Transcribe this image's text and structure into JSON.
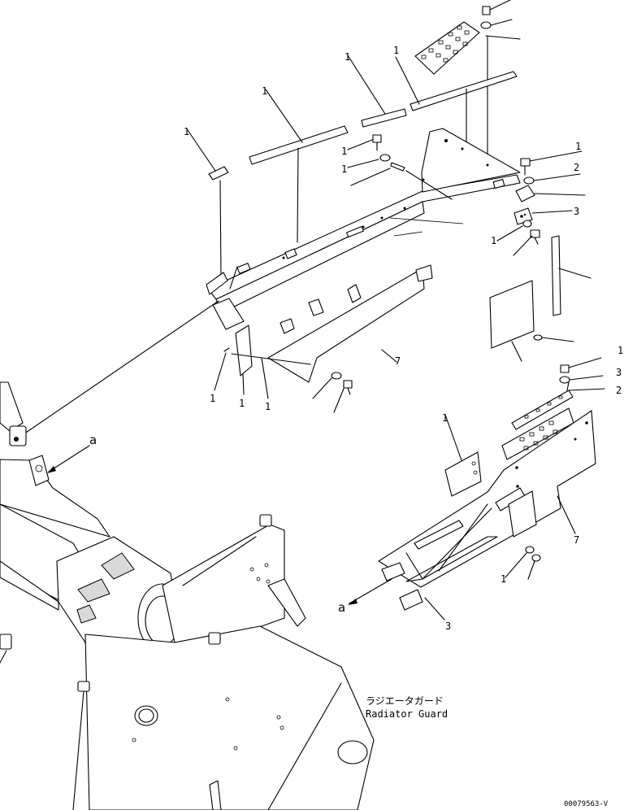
{
  "title_jp": "ラジエータガード",
  "title_en": "Radiator Guard",
  "drawing_code": "00079563-V",
  "ref_labels": {
    "a_upper": "a",
    "a_lower": "a"
  },
  "callouts": {
    "c_top_rail_a": "1",
    "c_top_rail_b": "1",
    "c_rail_left": "1",
    "c_block": "1",
    "c_bolt_mid": "1",
    "c_washer_mid": "1",
    "c_right_1": "1",
    "c_right_2": "2",
    "c_right_3": "3",
    "c_right_bolt": "1",
    "c_bottom_left_1": "1",
    "c_bottom_left_2": "1",
    "c_bottom_left_3": "1",
    "c_cover_7": "7",
    "c_lower_1": "1",
    "c_lower_3": "3",
    "c_lower_2": "2",
    "c_lower_plate": "1",
    "c_lower_7": "7",
    "c_lower_nut": "1",
    "c_lower_3b": "3"
  },
  "colors": {
    "line": "#000000",
    "background": "#ffffff"
  }
}
